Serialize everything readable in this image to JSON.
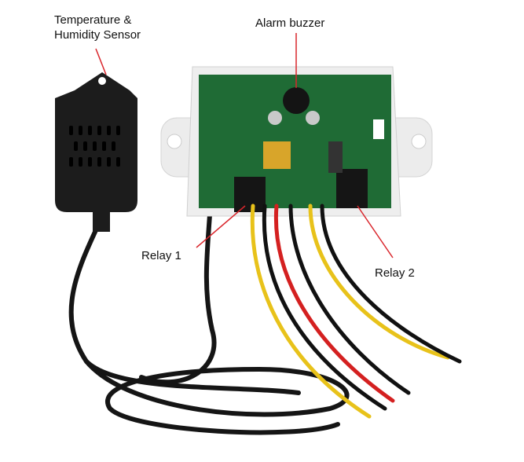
{
  "labels": {
    "sensor_line1": "Temperature &",
    "sensor_line2": "Humidity Sensor",
    "buzzer": "Alarm buzzer",
    "relay1": "Relay 1",
    "relay2": "Relay 2"
  },
  "colors": {
    "pointer": "#d9262c",
    "pcb": "#1f6b35",
    "case": "#eeeeee",
    "wire_yellow": "#e8c21a",
    "wire_red": "#d42020",
    "wire_black": "#111111"
  }
}
